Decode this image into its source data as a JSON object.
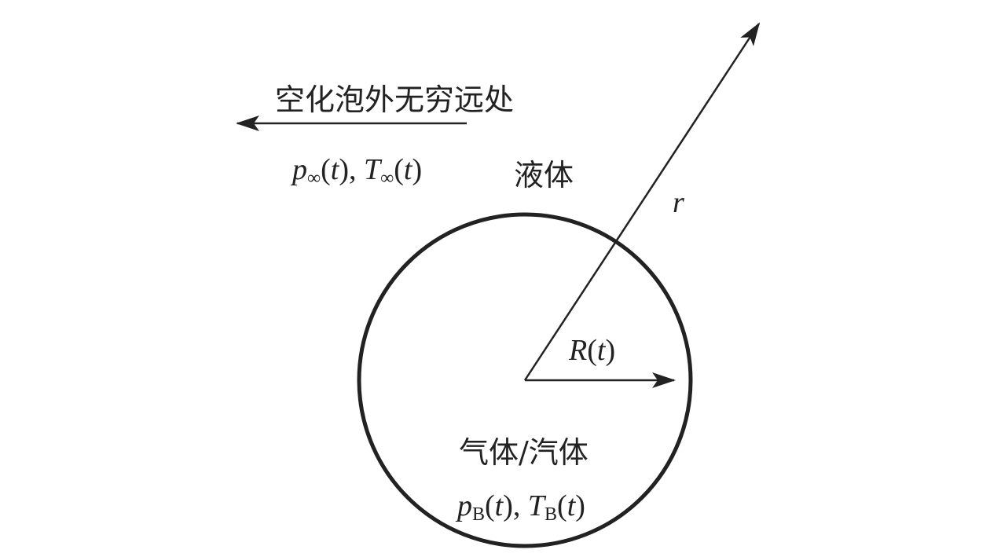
{
  "labels": {
    "far_field": "空化泡外无穷远处",
    "liquid": "液体",
    "gas_vapor": "气体/汽体",
    "radial_coord": "r"
  },
  "far_field_vars": {
    "p": "p",
    "p_sub": "∞",
    "open1": "(",
    "t1": "t",
    "close1": "), ",
    "T": "T",
    "T_sub": "∞",
    "open2": "(",
    "t2": "t",
    "close2": ")"
  },
  "bubble_vars": {
    "p": "p",
    "p_sub": "B",
    "open1": "(",
    "t1": "t",
    "close1": "), ",
    "T": "T",
    "T_sub": "B",
    "open2": "(",
    "t2": "t",
    "close2": ")"
  },
  "radius_label": {
    "R": "R",
    "open": "(",
    "t": "t",
    "close": ")"
  },
  "colors": {
    "stroke": "#222222",
    "background": "#ffffff"
  }
}
